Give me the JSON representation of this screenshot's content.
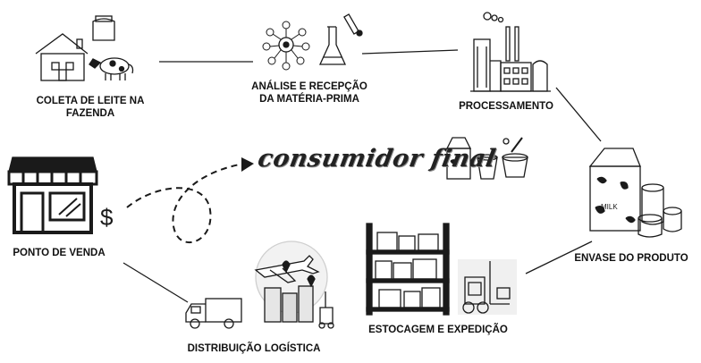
{
  "stages": [
    {
      "id": "coleta",
      "label": "COLETA DE LEITE NA FAZENDA",
      "icon": "farm-house-cow-icon"
    },
    {
      "id": "analise",
      "label": "ANÁLISE E RECEPÇÃO DA MATÉRIA-PRIMA",
      "icon": "lab-analysis-icon"
    },
    {
      "id": "processamento",
      "label": "PROCESSAMENTO",
      "icon": "factory-icon"
    },
    {
      "id": "envase",
      "label": "ENVASE DO PRODUTO",
      "icon": "milk-packaging-icon"
    },
    {
      "id": "estocagem",
      "label": "ESTOCAGEM E EXPEDIÇÃO",
      "icon": "warehouse-forklift-icon"
    },
    {
      "id": "distribuicao",
      "label": "DISTRIBUIÇÃO LOGÍSTICA",
      "icon": "logistics-truck-plane-icon"
    },
    {
      "id": "ponto_venda",
      "label": "PONTO DE VENDA",
      "icon": "storefront-icon"
    }
  ],
  "consumer": {
    "label": "consumidor final",
    "icon": "dairy-products-icon"
  },
  "carton_text": "MILK",
  "currency_symbol": "$",
  "colors": {
    "line": "#1a1a1a",
    "fill": "#ffffff",
    "shade": "#cfcfcf"
  }
}
